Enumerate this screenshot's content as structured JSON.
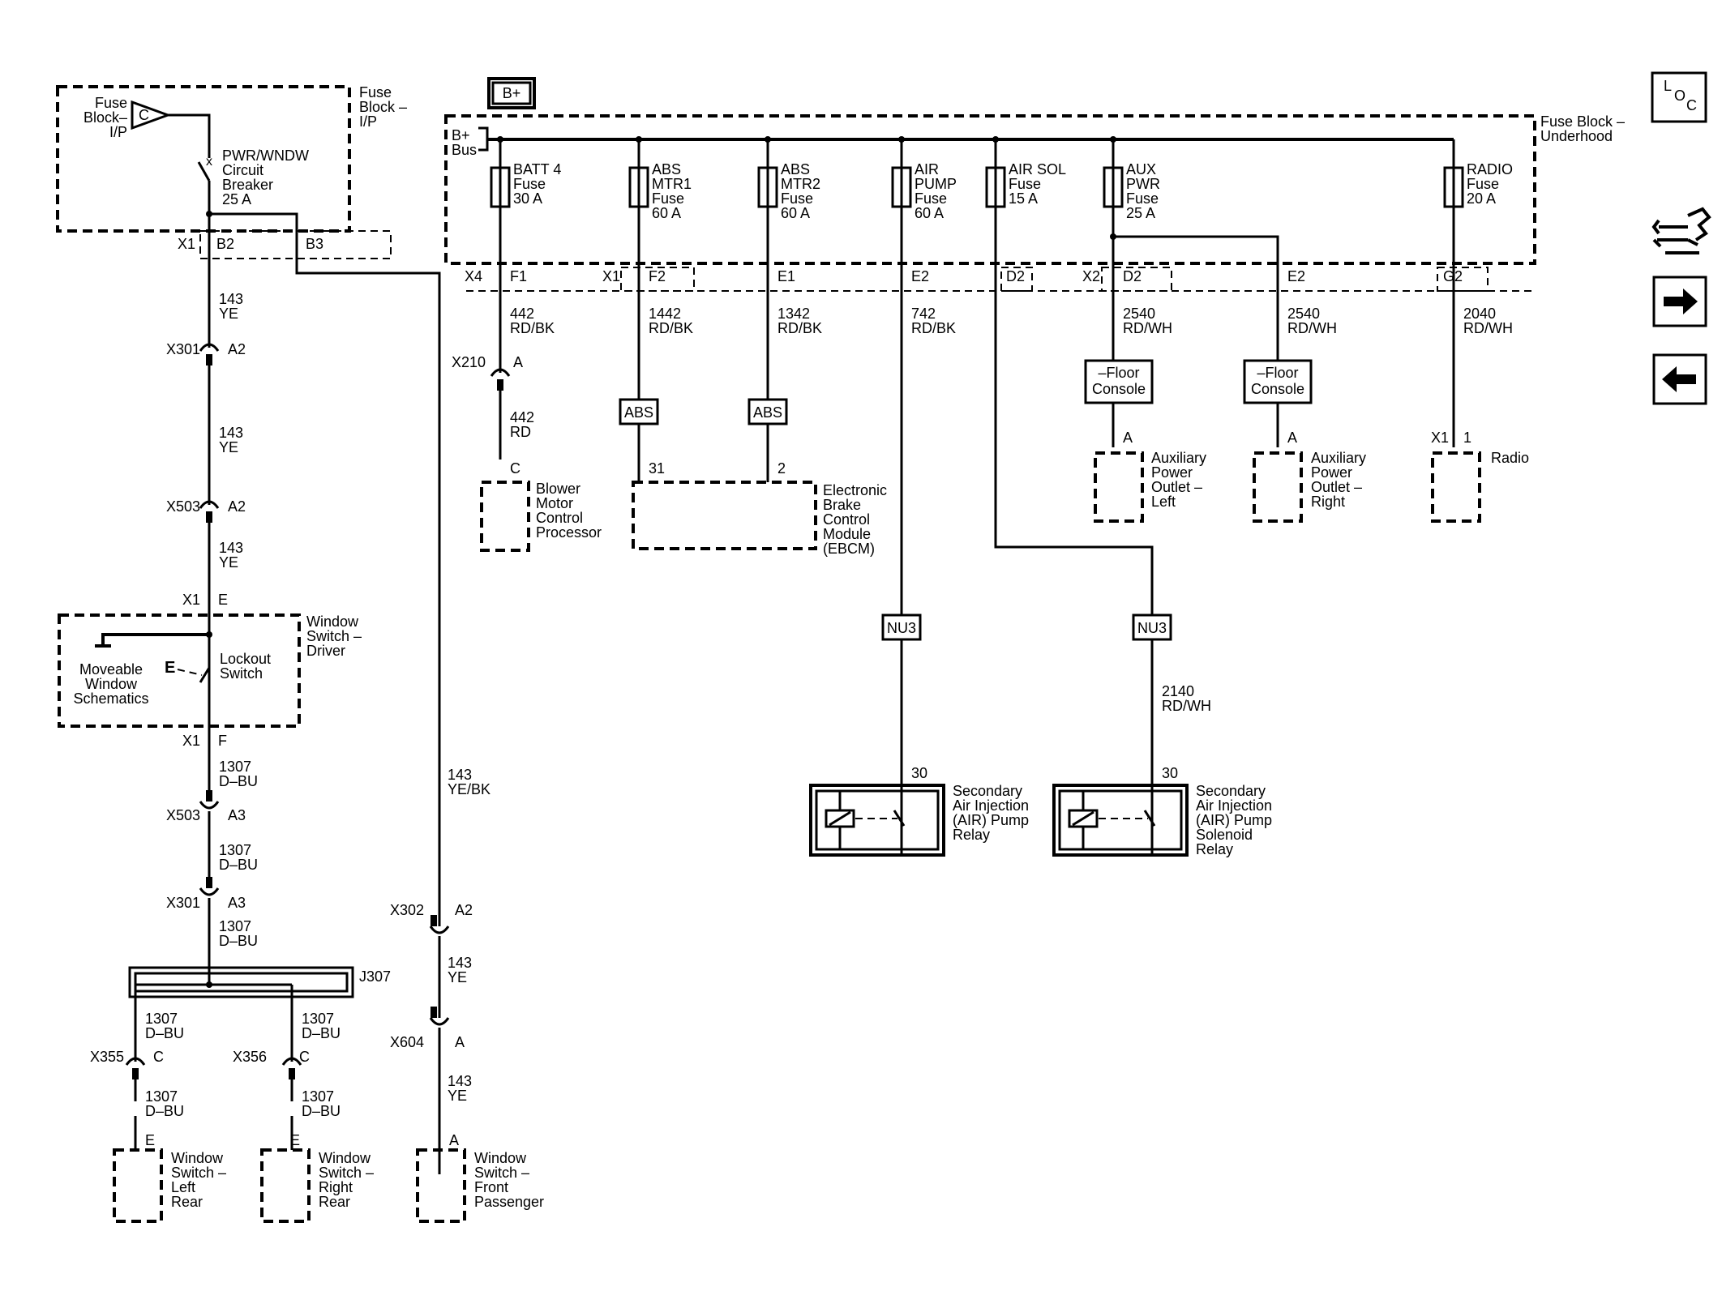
{
  "power_source": {
    "label": "B+"
  },
  "fuse_block_ip": {
    "title_lines": [
      "Fuse",
      "Block –",
      "I/P"
    ],
    "side_label_lines": [
      "Fuse",
      "Block–",
      "I/P"
    ],
    "fuse_letter": "C",
    "breaker_lines": [
      "PWR/WNDW",
      "Circuit",
      "Breaker",
      "25 A"
    ],
    "connector": "X1",
    "pins": [
      "B2",
      "B3"
    ]
  },
  "underhood": {
    "title_lines": [
      "Fuse Block –",
      "Underhood"
    ],
    "bus_lines": [
      "B+",
      "Bus"
    ],
    "fuses": [
      {
        "lines": [
          "BATT 4",
          "Fuse",
          "30 A"
        ]
      },
      {
        "lines": [
          "ABS",
          "MTR1",
          "Fuse",
          "60 A"
        ]
      },
      {
        "lines": [
          "ABS",
          "MTR2",
          "Fuse",
          "60 A"
        ]
      },
      {
        "lines": [
          "AIR",
          "PUMP",
          "Fuse",
          "60 A"
        ]
      },
      {
        "lines": [
          "AIR SOL",
          "Fuse",
          "15 A"
        ]
      },
      {
        "lines": [
          "AUX",
          "PWR",
          "Fuse",
          "25 A"
        ]
      },
      {
        "lines": [
          "RADIO",
          "Fuse",
          "20 A"
        ]
      }
    ],
    "connectors": [
      "X4",
      "X1",
      "X2"
    ],
    "pins": [
      "F1",
      "F2",
      "E1",
      "E2",
      "D2",
      "D2",
      "E2",
      "G2"
    ]
  },
  "wires": {
    "w143_a": [
      "143",
      "YE"
    ],
    "w143_b": [
      "143",
      "YE"
    ],
    "w143_c": [
      "143",
      "YE"
    ],
    "w143_ye_bk": [
      "143",
      "YE/BK"
    ],
    "w143_d": [
      "143",
      "YE"
    ],
    "w143_e": [
      "143",
      "YE"
    ],
    "w1307_a": [
      "1307",
      "D–BU"
    ],
    "w1307_b": [
      "1307",
      "D–BU"
    ],
    "w1307_c": [
      "1307",
      "D–BU"
    ],
    "w1307_d": [
      "1307",
      "D–BU"
    ],
    "w1307_e": [
      "1307",
      "D–BU"
    ],
    "w1307_f": [
      "1307",
      "D–BU"
    ],
    "w1307_g": [
      "1307",
      "D–BU"
    ],
    "w442_a": [
      "442",
      "RD/BK"
    ],
    "w442_b": [
      "442",
      "RD"
    ],
    "w1442": [
      "1442",
      "RD/BK"
    ],
    "w1342": [
      "1342",
      "RD/BK"
    ],
    "w742": [
      "742",
      "RD/BK"
    ],
    "w2540_a": [
      "2540",
      "RD/WH"
    ],
    "w2540_b": [
      "2540",
      "RD/WH"
    ],
    "w2040": [
      "2040",
      "RD/WH"
    ],
    "w2140": [
      "2140",
      "RD/WH"
    ]
  },
  "connectors": {
    "x301_a2": {
      "id": "X301",
      "pin": "A2"
    },
    "x503_a2": {
      "id": "X503",
      "pin": "A2"
    },
    "x1_e": {
      "id": "X1",
      "pin": "E"
    },
    "x1_f": {
      "id": "X1",
      "pin": "F"
    },
    "x503_a3": {
      "id": "X503",
      "pin": "A3"
    },
    "x301_a3": {
      "id": "X301",
      "pin": "A3"
    },
    "x355_c": {
      "id": "X355",
      "pin": "C"
    },
    "x356_c": {
      "id": "X356",
      "pin": "C"
    },
    "x302_a2": {
      "id": "X302",
      "pin": "A2"
    },
    "x604_a": {
      "id": "X604",
      "pin": "A"
    },
    "x210_a": {
      "id": "X210",
      "pin": "A"
    },
    "x1_1": {
      "id": "X1",
      "pin": "1"
    }
  },
  "splice": {
    "id": "J307"
  },
  "window_switch_driver": {
    "title_lines": [
      "Window",
      "Switch –",
      "Driver"
    ],
    "moveable_lines": [
      "Moveable",
      "Window",
      "Schematics"
    ],
    "lockout_lines": [
      "Lockout",
      "Switch"
    ],
    "lockout_symbol": "E"
  },
  "components": {
    "ws_left_rear": {
      "pin": "E",
      "lines": [
        "Window",
        "Switch –",
        "Left",
        "Rear"
      ]
    },
    "ws_right_rear": {
      "pin": "E",
      "lines": [
        "Window",
        "Switch –",
        "Right",
        "Rear"
      ]
    },
    "ws_front_pass": {
      "pin": "A",
      "lines": [
        "Window",
        "Switch –",
        "Front",
        "Passenger"
      ]
    },
    "blower": {
      "pin": "C",
      "lines": [
        "Blower",
        "Motor",
        "Control",
        "Processor"
      ]
    },
    "ebcm": {
      "pins": [
        "31",
        "2"
      ],
      "lines": [
        "Electronic",
        "Brake",
        "Control",
        "Module",
        "(EBCM)"
      ]
    },
    "aux_left": {
      "pin": "A",
      "lines": [
        "Auxiliary",
        "Power",
        "Outlet –",
        "Left"
      ]
    },
    "aux_right": {
      "pin": "A",
      "lines": [
        "Auxiliary",
        "Power",
        "Outlet –",
        "Right"
      ]
    },
    "radio": {
      "label": "Radio"
    },
    "air_pump_relay": {
      "pin": "30",
      "lines": [
        "Secondary",
        "Air Injection",
        "(AIR) Pump",
        "Relay"
      ]
    },
    "air_sol_relay": {
      "pin": "30",
      "lines": [
        "Secondary",
        "Air Injection",
        "(AIR) Pump",
        "Solenoid",
        "Relay"
      ]
    }
  },
  "tags": {
    "abs_1": "ABS",
    "abs_2": "ABS",
    "floor_1": [
      "–Floor",
      "Console"
    ],
    "floor_2": [
      "–Floor",
      "Console"
    ],
    "nu3_1": "NU3",
    "nu3_2": "NU3"
  },
  "nav": {
    "loc": [
      "L",
      "O",
      "C"
    ]
  }
}
